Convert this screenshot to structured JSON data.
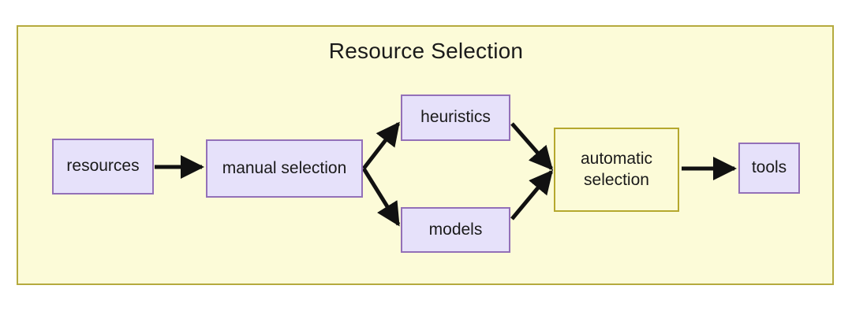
{
  "diagram": {
    "title": "Resource Selection",
    "frame": {
      "fill_color": "#fcfbd8",
      "border_color": "#b5aa3e"
    },
    "palette": {
      "node_fill_purple": "#e6e1fa",
      "node_border_purple": "#9370b8",
      "node_fill_yellow": "#fcfbd8",
      "node_border_yellow": "#b5a82e",
      "edge_color": "#111111",
      "text_color": "#1a1a1a"
    },
    "nodes": [
      {
        "id": "resources",
        "label": "resources",
        "style": "purple"
      },
      {
        "id": "manual_selection",
        "label": "manual selection",
        "style": "purple"
      },
      {
        "id": "heuristics",
        "label": "heuristics",
        "style": "purple"
      },
      {
        "id": "models",
        "label": "models",
        "style": "purple"
      },
      {
        "id": "automatic_selection",
        "label_line1": "automatic",
        "label_line2": "selection",
        "style": "yellow"
      },
      {
        "id": "tools",
        "label": "tools",
        "style": "purple"
      }
    ],
    "edges": [
      {
        "from": "resources",
        "to": "manual_selection"
      },
      {
        "from": "manual_selection",
        "to": "heuristics"
      },
      {
        "from": "manual_selection",
        "to": "models"
      },
      {
        "from": "heuristics",
        "to": "automatic_selection"
      },
      {
        "from": "models",
        "to": "automatic_selection"
      },
      {
        "from": "automatic_selection",
        "to": "tools"
      }
    ]
  }
}
